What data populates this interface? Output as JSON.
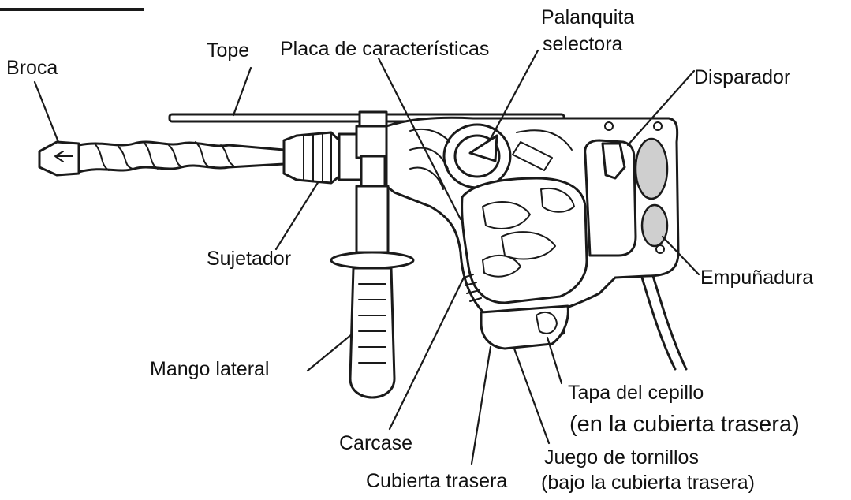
{
  "labels": {
    "broca": "Broca",
    "tope": "Tope",
    "placa": "Placa de características",
    "palanquita_1": "Palanquita",
    "palanquita_2": "selectora",
    "disparador": "Disparador",
    "sujetador": "Sujetador",
    "empunadura": "Empuñadura",
    "mango_lateral": "Mango lateral",
    "tapa_1": "Tapa del cepillo",
    "tapa_2": "(en la cubierta trasera)",
    "carcase": "Carcase",
    "juego_1": "Juego de tornillos",
    "juego_2": "(bajo la cubierta trasera)",
    "cubierta_trasera": "Cubierta trasera"
  }
}
